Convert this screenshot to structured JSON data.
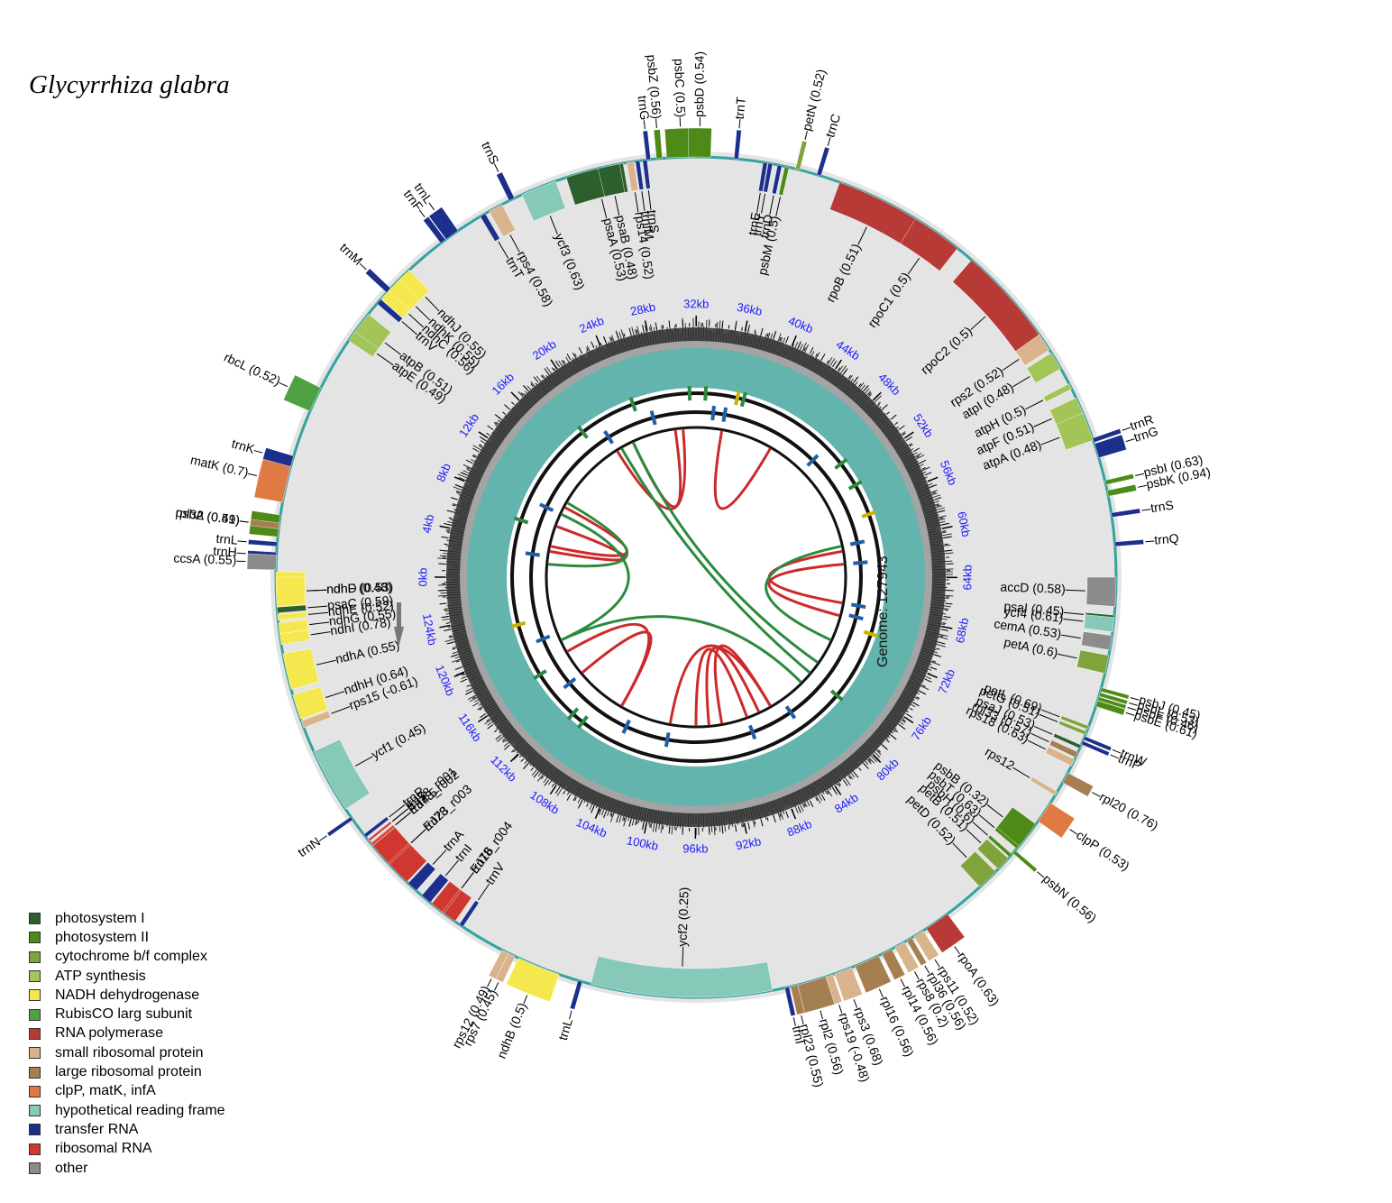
{
  "title": "Glycyrrhiza glabra",
  "genome_label": "Genome: 127943",
  "legend": [
    {
      "label": "photosystem I",
      "color": "#2d5e2d"
    },
    {
      "label": "photosystem II",
      "color": "#4d8a18"
    },
    {
      "label": "cytochrome b/f complex",
      "color": "#7fa43c"
    },
    {
      "label": "ATP synthesis",
      "color": "#a3c456"
    },
    {
      "label": "NADH dehydrogenase",
      "color": "#f5e84f"
    },
    {
      "label": "RubisCO larg subunit",
      "color": "#4ea043"
    },
    {
      "label": "RNA polymerase",
      "color": "#b73a36"
    },
    {
      "label": "small ribosomal protein",
      "color": "#d9b38c"
    },
    {
      "label": "large ribosomal protein",
      "color": "#a57f52"
    },
    {
      "label": "clpP, matK, infA",
      "color": "#e07a45"
    },
    {
      "label": "hypothetical reading frame",
      "color": "#86c9b9"
    },
    {
      "label": "transfer RNA",
      "color": "#1c2f8a"
    },
    {
      "label": "ribosomal RNA",
      "color": "#d0372e"
    },
    {
      "label": "other",
      "color": "#8c8c8c"
    }
  ],
  "kb_ticks": [
    "0kb",
    "4kb",
    "8kb",
    "12kb",
    "16kb",
    "20kb",
    "24kb",
    "28kb",
    "32kb",
    "36kb",
    "40kb",
    "44kb",
    "48kb",
    "52kb",
    "56kb",
    "60kb",
    "64kb",
    "68kb",
    "72kb",
    "76kb",
    "80kb",
    "84kb",
    "88kb",
    "92kb",
    "96kb",
    "100kb",
    "104kb",
    "108kb",
    "112kb",
    "116kb",
    "120kb",
    "124kb"
  ],
  "genes": [
    {
      "label": "ndhF (0.48)",
      "angle": 178,
      "span": 5.5,
      "side": "in",
      "cat": 4
    },
    {
      "label": "trnH",
      "angle": 183,
      "span": 0.8,
      "side": "out",
      "cat": 11
    },
    {
      "label": "psbA (0.51)",
      "angle": 187,
      "span": 3.0,
      "side": "out",
      "cat": 1
    },
    {
      "label": "matK (0.7)",
      "angle": 193,
      "span": 5.5,
      "side": "out",
      "cat": 9
    },
    {
      "label": "trnK",
      "angle": 196,
      "span": 1.5,
      "side": "out",
      "cat": 11
    },
    {
      "label": "rbcL (0.52)",
      "angle": 205,
      "span": 3.5,
      "side": "out",
      "cat": 5
    },
    {
      "label": "atpB (0.51)",
      "angle": 217,
      "span": 3.5,
      "side": "in",
      "cat": 3
    },
    {
      "label": "atpE (0.49)",
      "angle": 215,
      "span": 1.5,
      "side": "in",
      "cat": 3
    },
    {
      "label": "trnV",
      "angle": 221,
      "span": 0.8,
      "side": "in",
      "cat": 11
    },
    {
      "label": "trnM",
      "angle": 223,
      "span": 0.8,
      "side": "out",
      "cat": 11
    },
    {
      "label": "ndhC (0.56)",
      "angle": 222.5,
      "span": 2.0,
      "side": "in",
      "cat": 4
    },
    {
      "label": "ndhK (0.55)",
      "angle": 224,
      "span": 2.0,
      "side": "in",
      "cat": 4
    },
    {
      "label": "ndhJ (0.55)",
      "angle": 226,
      "span": 2.0,
      "side": "in",
      "cat": 4
    },
    {
      "label": "trnF",
      "angle": 233,
      "span": 0.8,
      "side": "out",
      "cat": 11
    },
    {
      "label": "trnL",
      "angle": 234.5,
      "span": 2.0,
      "side": "out",
      "cat": 11
    },
    {
      "label": "trnT",
      "angle": 239.5,
      "span": 0.8,
      "side": "in",
      "cat": 11
    },
    {
      "label": "rps4 (0.58)",
      "angle": 241.5,
      "span": 2.0,
      "side": "in",
      "cat": 7
    },
    {
      "label": "trnS",
      "angle": 244,
      "span": 0.8,
      "side": "out",
      "cat": 11
    },
    {
      "label": "ycf3 (0.63)",
      "angle": 248,
      "span": 5.0,
      "side": "in",
      "cat": 10
    },
    {
      "label": "psaA (0.53)",
      "angle": 256,
      "span": 8.0,
      "side": "in",
      "cat": 0
    },
    {
      "label": "psaB (0.48)",
      "angle": 258,
      "span": 3.0,
      "side": "in",
      "cat": 0
    },
    {
      "label": "rps14 (0.52)",
      "angle": 261,
      "span": 1.0,
      "side": "in",
      "cat": 7
    },
    {
      "label": "trnfM",
      "angle": 262,
      "span": 0.6,
      "side": "in",
      "cat": 11
    },
    {
      "label": "trnS",
      "angle": 263,
      "span": 0.6,
      "side": "in",
      "cat": 11
    },
    {
      "label": "trnG",
      "angle": 263.5,
      "span": 0.6,
      "side": "out",
      "cat": 11
    },
    {
      "label": "psbZ (0.56)",
      "angle": 265,
      "span": 0.8,
      "side": "out",
      "cat": 1
    },
    {
      "label": "psbC (0.5)",
      "angle": 268,
      "span": 4.0,
      "side": "out",
      "cat": 1
    },
    {
      "label": "psbD (0.54)",
      "angle": 270.5,
      "span": 3.0,
      "side": "out",
      "cat": 1
    },
    {
      "label": "trnT",
      "angle": 275.5,
      "span": 0.6,
      "side": "out",
      "cat": 11
    },
    {
      "label": "trnE",
      "angle": 279.5,
      "span": 0.6,
      "side": "in",
      "cat": 11
    },
    {
      "label": "trnY",
      "angle": 280.2,
      "span": 0.6,
      "side": "in",
      "cat": 11
    },
    {
      "label": "trnD",
      "angle": 281.5,
      "span": 0.6,
      "side": "in",
      "cat": 11
    },
    {
      "label": "psbM (0.5)",
      "angle": 282.5,
      "span": 0.6,
      "side": "in",
      "cat": 1
    },
    {
      "label": "petN (0.52)",
      "angle": 284,
      "span": 0.6,
      "side": "out",
      "cat": 2
    },
    {
      "label": "trnC",
      "angle": 287,
      "span": 0.6,
      "side": "out",
      "cat": 11
    },
    {
      "label": "rpoB (0.51)",
      "angle": 296,
      "span": 12.0,
      "side": "in",
      "cat": 6
    },
    {
      "label": "rpoC1 (0.5)",
      "angle": 305,
      "span": 7.0,
      "side": "in",
      "cat": 6
    },
    {
      "label": "rpoC2 (0.5)",
      "angle": 318,
      "span": 14.0,
      "side": "in",
      "cat": 6
    },
    {
      "label": "rps2 (0.52)",
      "angle": 326,
      "span": 2.5,
      "side": "in",
      "cat": 7
    },
    {
      "label": "atpI (0.48)",
      "angle": 329,
      "span": 2.5,
      "side": "in",
      "cat": 3
    },
    {
      "label": "atpH (0.5)",
      "angle": 333,
      "span": 0.8,
      "side": "in",
      "cat": 3
    },
    {
      "label": "atpF (0.51)",
      "angle": 336,
      "span": 2.5,
      "side": "in",
      "cat": 3
    },
    {
      "label": "atpA (0.48)",
      "angle": 339,
      "span": 4.0,
      "side": "in",
      "cat": 3
    },
    {
      "label": "trnR",
      "angle": 341,
      "span": 0.6,
      "side": "out",
      "cat": 11
    },
    {
      "label": "trnG",
      "angle": 342.5,
      "span": 2.0,
      "side": "out",
      "cat": 11
    },
    {
      "label": "psbI (0.63)",
      "angle": 347,
      "span": 0.6,
      "side": "out",
      "cat": 1
    },
    {
      "label": "psbK (0.94)",
      "angle": 348.5,
      "span": 0.8,
      "side": "out",
      "cat": 1
    },
    {
      "label": "trnS",
      "angle": 351.5,
      "span": 0.6,
      "side": "out",
      "cat": 11
    },
    {
      "label": "trnQ",
      "angle": 355.5,
      "span": 0.6,
      "side": "out",
      "cat": 11
    },
    {
      "label": "accD (0.58)",
      "angle": 362,
      "span": 4.0,
      "side": "in",
      "cat": 13
    },
    {
      "label": "psaI (0.45)",
      "angle": 365.5,
      "span": 0.6,
      "side": "in",
      "cat": 0
    },
    {
      "label": "ycf4 (0.61)",
      "angle": 366.5,
      "span": 2.0,
      "side": "in",
      "cat": 10
    },
    {
      "label": "cemA (0.53)",
      "angle": 369,
      "span": 2.0,
      "side": "in",
      "cat": 13
    },
    {
      "label": "petA (0.6)",
      "angle": 372,
      "span": 2.5,
      "side": "in",
      "cat": 2
    },
    {
      "label": "psbJ (0.45)",
      "angle": 375.5,
      "span": 0.5,
      "side": "out",
      "cat": 1
    },
    {
      "label": "psbL (0.53)",
      "angle": 376.2,
      "span": 0.5,
      "side": "out",
      "cat": 1
    },
    {
      "label": "psbF (0.46)",
      "angle": 376.8,
      "span": 0.5,
      "side": "out",
      "cat": 1
    },
    {
      "label": "psbE (0.61)",
      "angle": 377.5,
      "span": 0.8,
      "side": "out",
      "cat": 1
    },
    {
      "label": "petL (0.69)",
      "angle": 381,
      "span": 0.5,
      "side": "in",
      "cat": 2
    },
    {
      "label": "petG (0.51)",
      "angle": 381.8,
      "span": 0.5,
      "side": "in",
      "cat": 2
    },
    {
      "label": "trnW",
      "angle": 382.5,
      "span": 0.5,
      "side": "out",
      "cat": 11
    },
    {
      "label": "trnP",
      "angle": 383.2,
      "span": 0.5,
      "side": "out",
      "cat": 11
    },
    {
      "label": "psaJ (0.53)",
      "angle": 383.8,
      "span": 0.5,
      "side": "in",
      "cat": 0
    },
    {
      "label": "rpl33 (0.57)",
      "angle": 385,
      "span": 0.8,
      "side": "in",
      "cat": 8
    },
    {
      "label": "rps18 (0.63)",
      "angle": 386.2,
      "span": 1.0,
      "side": "in",
      "cat": 7
    },
    {
      "label": "rpl20 (0.76)",
      "angle": 388.5,
      "span": 1.5,
      "side": "out",
      "cat": 8
    },
    {
      "label": "rps12",
      "angle": 391,
      "span": 0.6,
      "side": "in",
      "cat": 7
    },
    {
      "label": "clpP (0.53)",
      "angle": 394,
      "span": 3.0,
      "side": "out",
      "cat": 9
    },
    {
      "label": "psbB (0.32)",
      "angle": 398,
      "span": 4.0,
      "side": "in",
      "cat": 1
    },
    {
      "label": "psbT (0.63)",
      "angle": 400,
      "span": 0.5,
      "side": "in",
      "cat": 1
    },
    {
      "label": "psbN (0.56)",
      "angle": 400.8,
      "span": 0.5,
      "side": "out",
      "cat": 1
    },
    {
      "label": "psbH (0.6)",
      "angle": 401.5,
      "span": 0.5,
      "side": "in",
      "cat": 1
    },
    {
      "label": "petB (0.51)",
      "angle": 403,
      "span": 2.0,
      "side": "in",
      "cat": 2
    },
    {
      "label": "petD (0.52)",
      "angle": 406,
      "span": 3.0,
      "side": "in",
      "cat": 2
    },
    {
      "label": "rpoA (0.63)",
      "angle": 415,
      "span": 3.5,
      "side": "out",
      "cat": 6
    },
    {
      "label": "rps11 (0.52)",
      "angle": 418,
      "span": 1.5,
      "side": "out",
      "cat": 7
    },
    {
      "label": "rpl36 (0.56)",
      "angle": 419.5,
      "span": 0.8,
      "side": "out",
      "cat": 8
    },
    {
      "label": "rps8 (0.2)",
      "angle": 421,
      "span": 1.5,
      "side": "out",
      "cat": 7
    },
    {
      "label": "rpl14 (0.56)",
      "angle": 423,
      "span": 1.5,
      "side": "out",
      "cat": 8
    },
    {
      "label": "rpl16 (0.56)",
      "angle": 426,
      "span": 3.5,
      "side": "out",
      "cat": 8
    },
    {
      "label": "rps3 (0.68)",
      "angle": 429.5,
      "span": 2.5,
      "side": "out",
      "cat": 7
    },
    {
      "label": "rps19 (-0.48)",
      "angle": 431.5,
      "span": 1.0,
      "side": "out",
      "cat": 7
    },
    {
      "label": "rpl2 (0.56)",
      "angle": 434,
      "span": 4.0,
      "side": "out",
      "cat": 8
    },
    {
      "label": "rpl23 (0.55)",
      "angle": 436.5,
      "span": 1.0,
      "side": "out",
      "cat": 8
    },
    {
      "label": "trnI",
      "angle": 437.5,
      "span": 0.6,
      "side": "out",
      "cat": 11
    },
    {
      "label": "ycf2 (0.25)",
      "angle": 452,
      "span": 25.0,
      "side": "in",
      "cat": 10
    },
    {
      "label": "trnL",
      "angle": 466,
      "span": 0.6,
      "side": "out",
      "cat": 11
    },
    {
      "label": "ndhB (0.5)",
      "angle": 472,
      "span": 6.0,
      "side": "out",
      "cat": 4
    },
    {
      "label": "rps7 (0.45)",
      "angle": 476,
      "span": 1.0,
      "side": "out",
      "cat": 7
    },
    {
      "label": "rps12 (0.49)",
      "angle": 477,
      "span": 1.0,
      "side": "out",
      "cat": 7
    },
    {
      "label": "trnV",
      "angle": 484,
      "span": 0.6,
      "side": "in",
      "cat": 11
    },
    {
      "label": "rrn16",
      "angle": 487,
      "span": 4.0,
      "side": "in",
      "cat": 12
    },
    {
      "label": "EJ78_r004",
      "angle": 487,
      "span": 0.3,
      "side": "in",
      "cat": 12
    },
    {
      "label": "trnI",
      "angle": 490,
      "span": 1.5,
      "side": "in",
      "cat": 11
    },
    {
      "label": "trnA",
      "angle": 492.5,
      "span": 1.5,
      "side": "in",
      "cat": 11
    },
    {
      "label": "rrn23",
      "angle": 497,
      "span": 7.0,
      "side": "in",
      "cat": 12
    },
    {
      "label": "EJ78_r003",
      "angle": 497,
      "span": 0.3,
      "side": "in",
      "cat": 12
    },
    {
      "label": "rrn4.5",
      "angle": 500.5,
      "span": 0.5,
      "side": "in",
      "cat": 12
    },
    {
      "label": "EJ78_r002",
      "angle": 500.5,
      "span": 0.3,
      "side": "in",
      "cat": 12
    },
    {
      "label": "rrn5",
      "angle": 501.2,
      "span": 0.4,
      "side": "in",
      "cat": 12
    },
    {
      "label": "EJ78_r001",
      "angle": 501.2,
      "span": 0.3,
      "side": "in",
      "cat": 12
    },
    {
      "label": "trnR",
      "angle": 502,
      "span": 0.5,
      "side": "in",
      "cat": 11
    },
    {
      "label": "trnN",
      "angle": 505,
      "span": 0.5,
      "side": "out",
      "cat": 11
    },
    {
      "label": "ycf1 (0.45)",
      "angle": 511,
      "span": 9.0,
      "side": "in",
      "cat": 10
    },
    {
      "label": "rps15 (-0.61)",
      "angle": 519.5,
      "span": 1.0,
      "side": "in",
      "cat": 7
    },
    {
      "label": "ndhH (0.64)",
      "angle": 522,
      "span": 3.5,
      "side": "in",
      "cat": 4
    },
    {
      "label": "ndhA (0.55)",
      "angle": 527,
      "span": 5.0,
      "side": "in",
      "cat": 4
    },
    {
      "label": "ndhI (0.78)",
      "angle": 531.5,
      "span": 1.5,
      "side": "in",
      "cat": 4
    },
    {
      "label": "ndhG (0.55)",
      "angle": 533,
      "span": 1.5,
      "side": "in",
      "cat": 4
    },
    {
      "label": "ndhE (0.52)",
      "angle": 534.5,
      "span": 0.8,
      "side": "in",
      "cat": 4
    },
    {
      "label": "psaC (0.59)",
      "angle": 535.5,
      "span": 0.8,
      "side": "in",
      "cat": 0
    },
    {
      "label": "ndhD (0.53)",
      "angle": 538,
      "span": 4.0,
      "side": "in",
      "cat": 4
    },
    {
      "label": "ccsA (0.55)",
      "angle": 542,
      "span": 2.0,
      "side": "out",
      "cat": 13
    },
    {
      "label": "trnL",
      "angle": 544.5,
      "span": 0.6,
      "side": "out",
      "cat": 11
    },
    {
      "label": "rpl32 (0.49)",
      "angle": 547,
      "span": 0.8,
      "side": "out",
      "cat": 8
    }
  ]
}
